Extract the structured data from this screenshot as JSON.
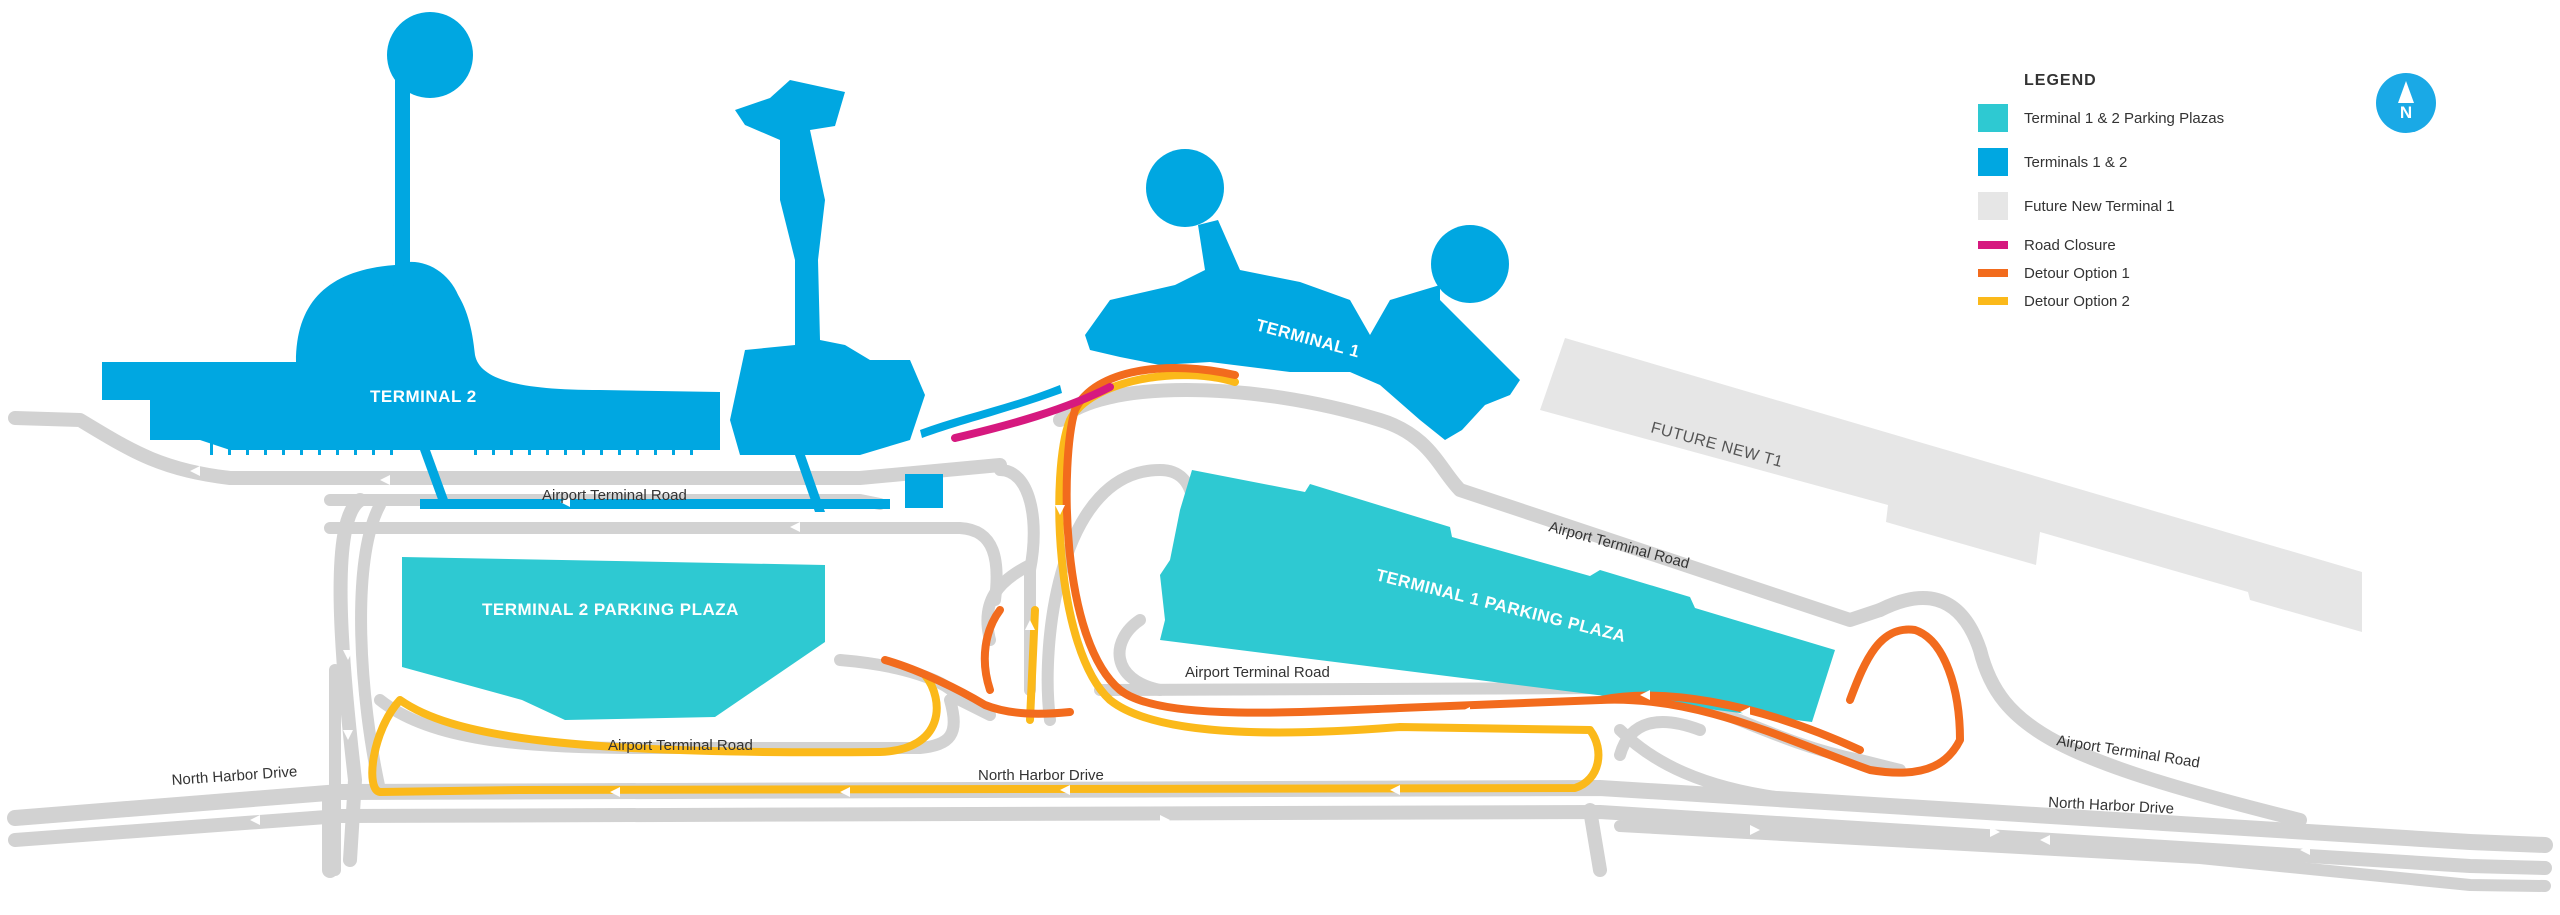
{
  "map": {
    "buildings": {
      "terminal2": "TERMINAL 2",
      "terminal1": "TERMINAL 1",
      "t2_parking": "TERMINAL 2 PARKING PLAZA",
      "t1_parking": "TERMINAL 1 PARKING PLAZA",
      "future_t1": "FUTURE NEW T1"
    },
    "roads": {
      "airport_terminal_road": "Airport Terminal Road",
      "north_harbor_drive": "North Harbor Drive"
    }
  },
  "legend": {
    "title": "LEGEND",
    "items": [
      {
        "label": "Terminal 1 & 2 Parking Plazas",
        "color": "#2ec9d2",
        "kind": "box"
      },
      {
        "label": "Terminals 1 & 2",
        "color": "#00a7e1",
        "kind": "box"
      },
      {
        "label": "Future New Terminal 1",
        "color": "#e6e6e6",
        "kind": "box"
      },
      {
        "label": "Road Closure",
        "color": "#d6197f",
        "kind": "line"
      },
      {
        "label": "Detour Option 1",
        "color": "#f26b1d",
        "kind": "line"
      },
      {
        "label": "Detour Option 2",
        "color": "#fbb91a",
        "kind": "line"
      }
    ]
  },
  "compass": {
    "label": "N",
    "icon": "north-arrow-icon"
  },
  "colors": {
    "road": "#d2d2d2",
    "terminal": "#00a7e1",
    "parking": "#2ec9d2",
    "future": "#e6e6e6",
    "closure": "#d6197f",
    "detour1": "#f26b1d",
    "detour2": "#fbb91a"
  }
}
